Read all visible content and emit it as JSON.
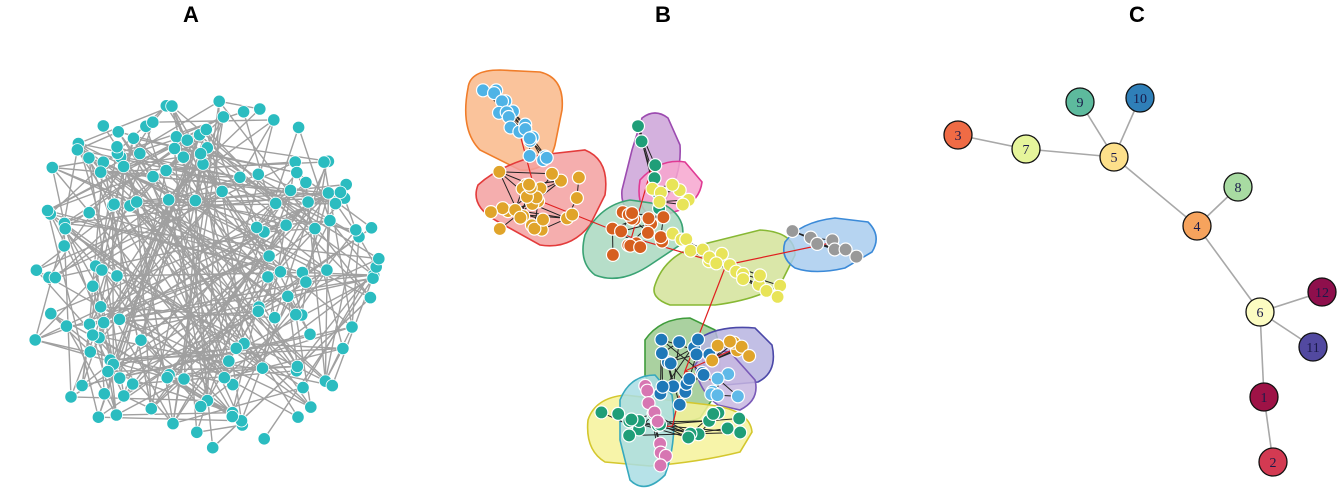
{
  "panels": {
    "a": {
      "label": "A",
      "node_color": "#2bbcc0",
      "edge_color": "#a0a0a0"
    },
    "b": {
      "label": "B"
    },
    "c": {
      "label": "C"
    }
  },
  "tree": {
    "nodes": [
      {
        "id": "1",
        "color": "#9e1246"
      },
      {
        "id": "2",
        "color": "#d33a52"
      },
      {
        "id": "3",
        "color": "#ef6b45"
      },
      {
        "id": "4",
        "color": "#f6a35d"
      },
      {
        "id": "5",
        "color": "#fde08b"
      },
      {
        "id": "6",
        "color": "#fcfcc2"
      },
      {
        "id": "7",
        "color": "#e6f59b"
      },
      {
        "id": "8",
        "color": "#a8dba2"
      },
      {
        "id": "9",
        "color": "#5dba9d"
      },
      {
        "id": "10",
        "color": "#2f7fb8"
      },
      {
        "id": "11",
        "color": "#5249a0"
      },
      {
        "id": "12",
        "color": "#8e0f4c"
      }
    ],
    "edges": [
      [
        "3",
        "7"
      ],
      [
        "7",
        "5"
      ],
      [
        "9",
        "5"
      ],
      [
        "10",
        "5"
      ],
      [
        "5",
        "4"
      ],
      [
        "8",
        "4"
      ],
      [
        "4",
        "6"
      ],
      [
        "6",
        "12"
      ],
      [
        "6",
        "11"
      ],
      [
        "6",
        "1"
      ],
      [
        "1",
        "2"
      ]
    ]
  }
}
